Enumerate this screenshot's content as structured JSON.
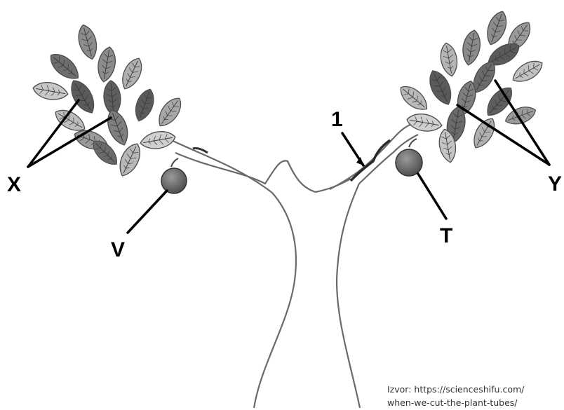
{
  "diagram": {
    "subject": "tree with leaves, fruits and a cut in the bark",
    "labels": {
      "x": "X",
      "y": "Y",
      "v": "V",
      "t": "T",
      "one": "1"
    },
    "source": {
      "line1": "Izvor: https://scienceshifu.com/",
      "line2": "when-we-cut-the-plant-tubes/"
    }
  },
  "colors": {
    "background": "#ffffff",
    "leaf_dark": "#5a5a5a",
    "leaf_mid": "#8c8c8c",
    "leaf_light": "#c4c4c4",
    "fruit": "#6e6e6e",
    "outline": "#4d4d4d"
  }
}
